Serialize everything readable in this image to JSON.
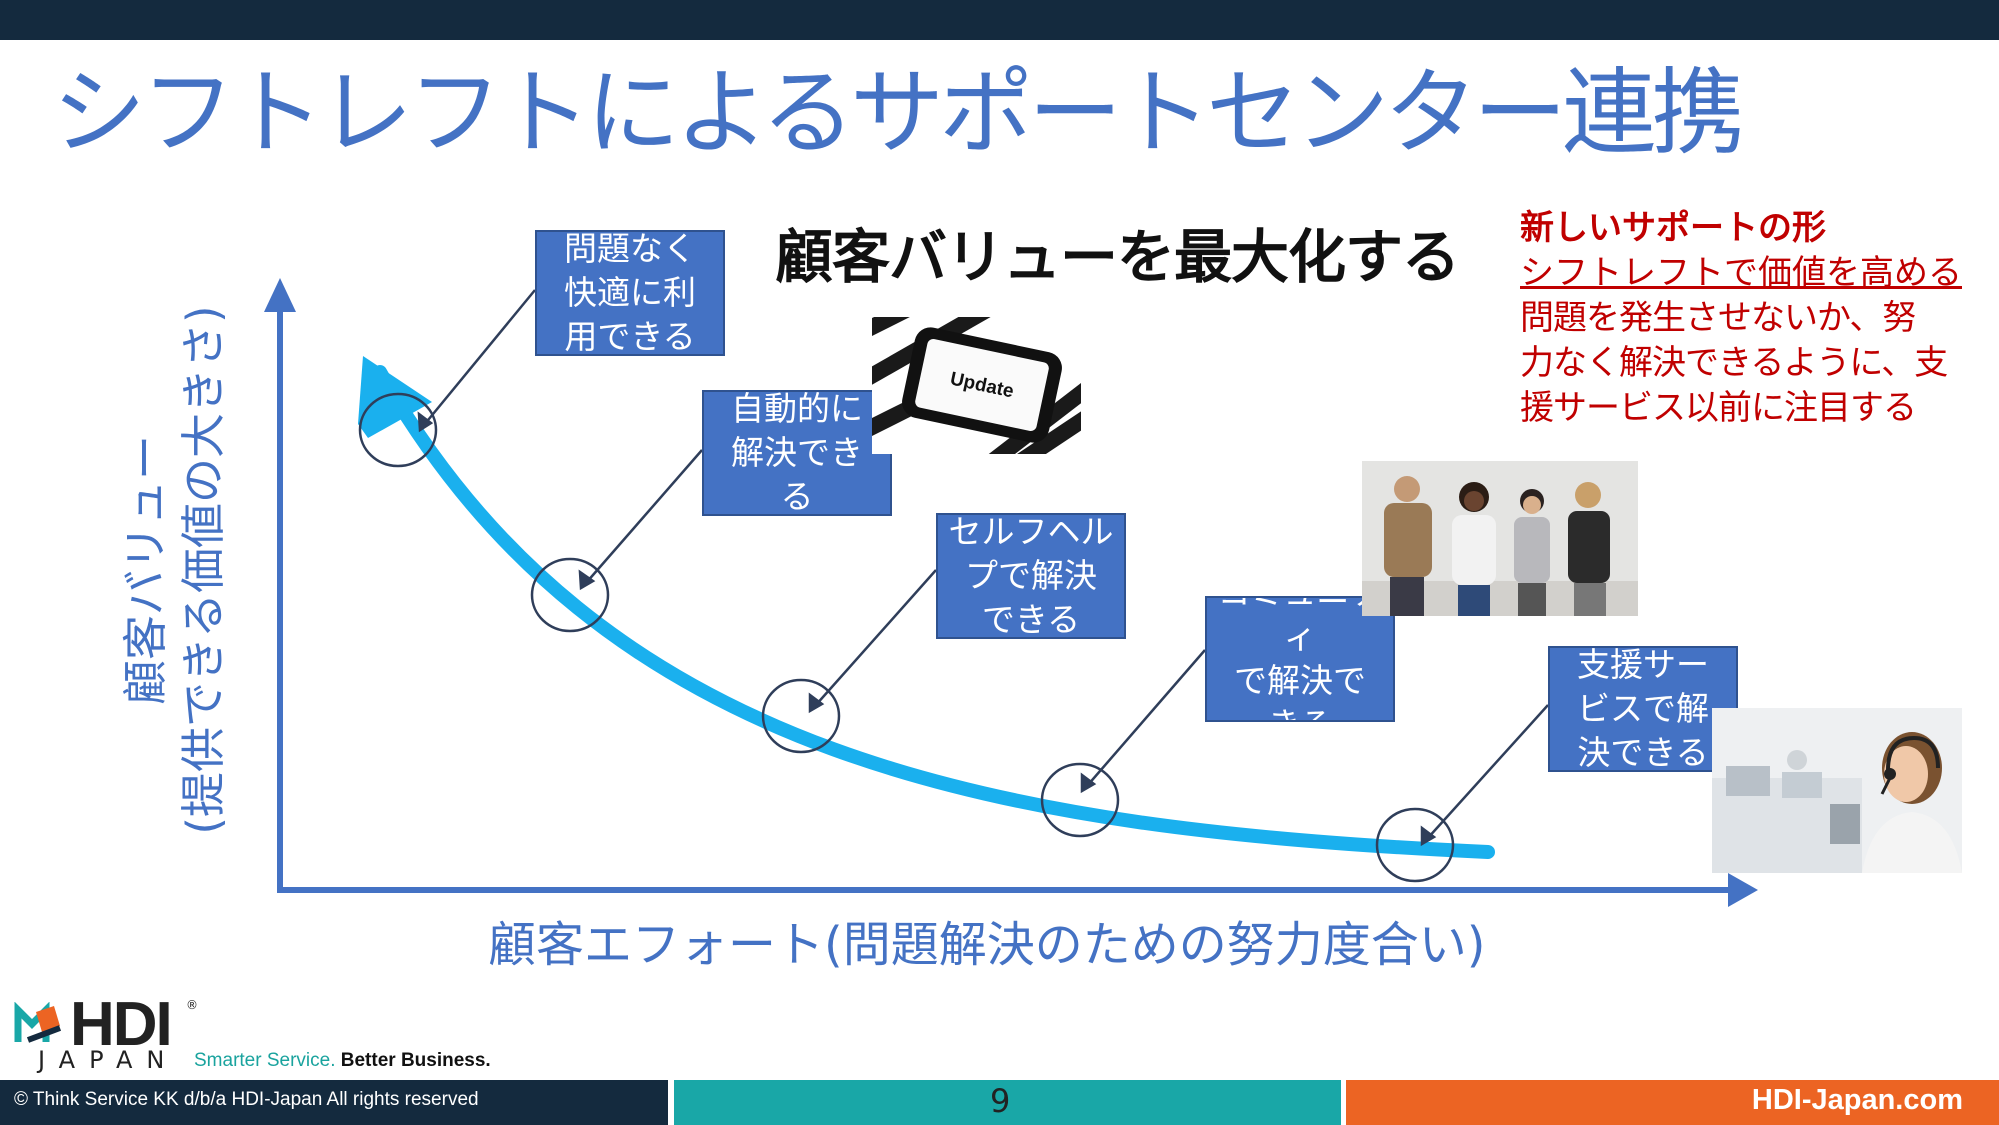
{
  "slide": {
    "title": "シフトレフトによるサポートセンター連携",
    "subtitle": "顧客バリューを最大化する",
    "page_number": "9",
    "copyright": "© Think Service KK d/b/a HDI-Japan All rights reserved",
    "website": "HDI-Japan.com"
  },
  "note": {
    "title": "新しいサポートの形",
    "underline": "シフトレフトで価値を高める",
    "lines": [
      "問題を発生させないか、努",
      "力なく解決できるように、支",
      "援サービス以前に注目する"
    ]
  },
  "axes": {
    "y_label": [
      "顧客バリュー",
      "(提供できる価値の大きさ)"
    ],
    "x_label": "顧客エフォート(問題解決のための努力度合い)"
  },
  "stages": [
    {
      "lines": [
        "問題なく",
        "快適に利",
        "用できる"
      ]
    },
    {
      "lines": [
        "自動的に",
        "解決でき",
        "る"
      ]
    },
    {
      "lines": [
        "セルフヘル",
        "プで解決",
        "できる"
      ]
    },
    {
      "lines": [
        "コミュニティ",
        "で解決で",
        "きる"
      ]
    },
    {
      "lines": [
        "支援サー",
        "ビスで解",
        "決できる"
      ]
    }
  ],
  "images": {
    "phone_screen_text": "Update"
  },
  "logo": {
    "name": "HDI",
    "reg_mark": "®",
    "sub": "JAPAN",
    "tagline_1": "Smarter Service.",
    "tagline_2": "Better Business."
  },
  "colors": {
    "title": "#4472c4",
    "box_fill": "#4472c4",
    "curve": "#1ab0ee",
    "axis": "#4472c4",
    "note": "#c00000",
    "footer_dark": "#142a3e",
    "footer_teal": "#19a7a7",
    "footer_orange": "#ec6423"
  }
}
